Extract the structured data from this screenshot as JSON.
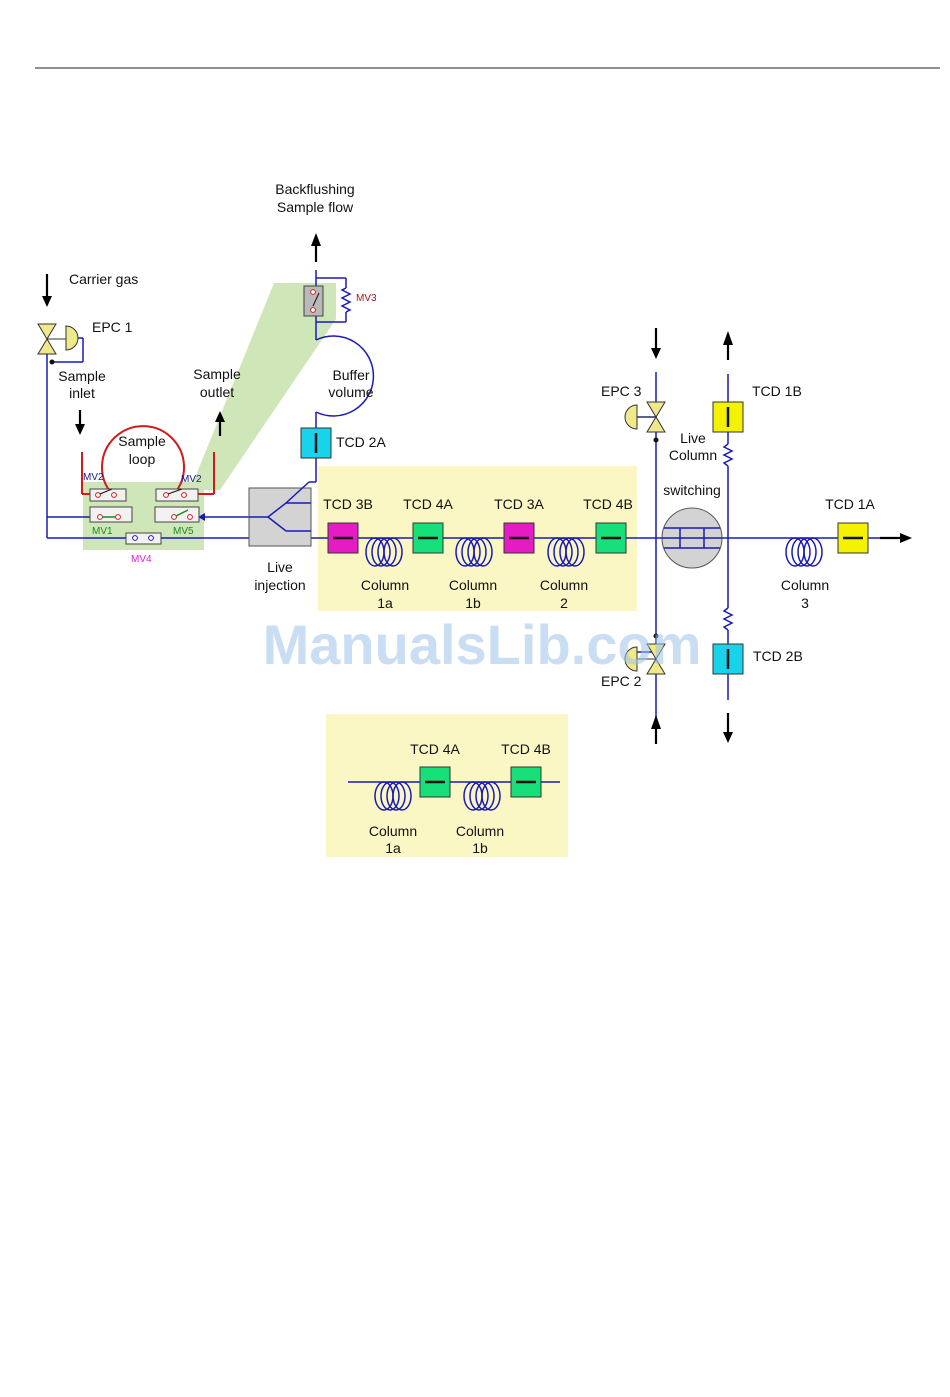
{
  "labels": {
    "carrier_gas": "Carrier gas",
    "epc1": "EPC 1",
    "sample_inlet_1": "Sample",
    "sample_inlet_2": "inlet",
    "sample_outlet_1": "Sample",
    "sample_outlet_2": "outlet",
    "sample_loop_1": "Sample",
    "sample_loop_2": "loop",
    "backflush_1": "Backflushing",
    "backflush_2": "Sample flow",
    "buffer_1": "Buffer",
    "buffer_2": "volume",
    "live_injection_1": "Live",
    "live_injection_2": "injection",
    "epc3": "EPC 3",
    "epc2": "EPC 2",
    "live_column_1": "Live",
    "live_column_2": "Column",
    "switching": "switching",
    "col1a_1": "Column",
    "col1a_2": "1a",
    "col1b_1": "Column",
    "col1b_2": "1b",
    "col2_1": "Column",
    "col2_2": "2",
    "col3_1": "Column",
    "col3_2": "3",
    "inset_col1a_1": "Column",
    "inset_col1a_2": "1a",
    "inset_col1b_1": "Column",
    "inset_col1b_2": "1b"
  },
  "detectors": {
    "tcd2a": "TCD 2A",
    "tcd3b": "TCD 3B",
    "tcd4a": "TCD 4A",
    "tcd3a": "TCD 3A",
    "tcd4b": "TCD 4B",
    "tcd1a": "TCD 1A",
    "tcd1b": "TCD 1B",
    "tcd2b": "TCD 2B",
    "inset_tcd4a": "TCD 4A",
    "inset_tcd4b": "TCD 4B"
  },
  "valves": {
    "mv1": "MV1",
    "mv2_left": "MV2",
    "mv2_right": "MV2",
    "mv3": "MV3",
    "mv4": "MV4",
    "mv5": "MV5"
  },
  "watermark": "ManualsLib.com",
  "colors": {
    "pipe": "#1a1ab8",
    "sample_loop": "#d11a1a",
    "highlight_yellow": "#fbf7c4",
    "highlight_green": "#cfe6b8",
    "tcd_cyan": "#19d3ea",
    "tcd_magenta": "#e61bc4",
    "tcd_green": "#17e07a",
    "tcd_yellow": "#f4f200",
    "mv_green_label": "#1c8a1c",
    "mv_blue_label": "#1a1a8a",
    "mv_red_label": "#a01818",
    "mv_magenta_label": "#e020d0"
  }
}
